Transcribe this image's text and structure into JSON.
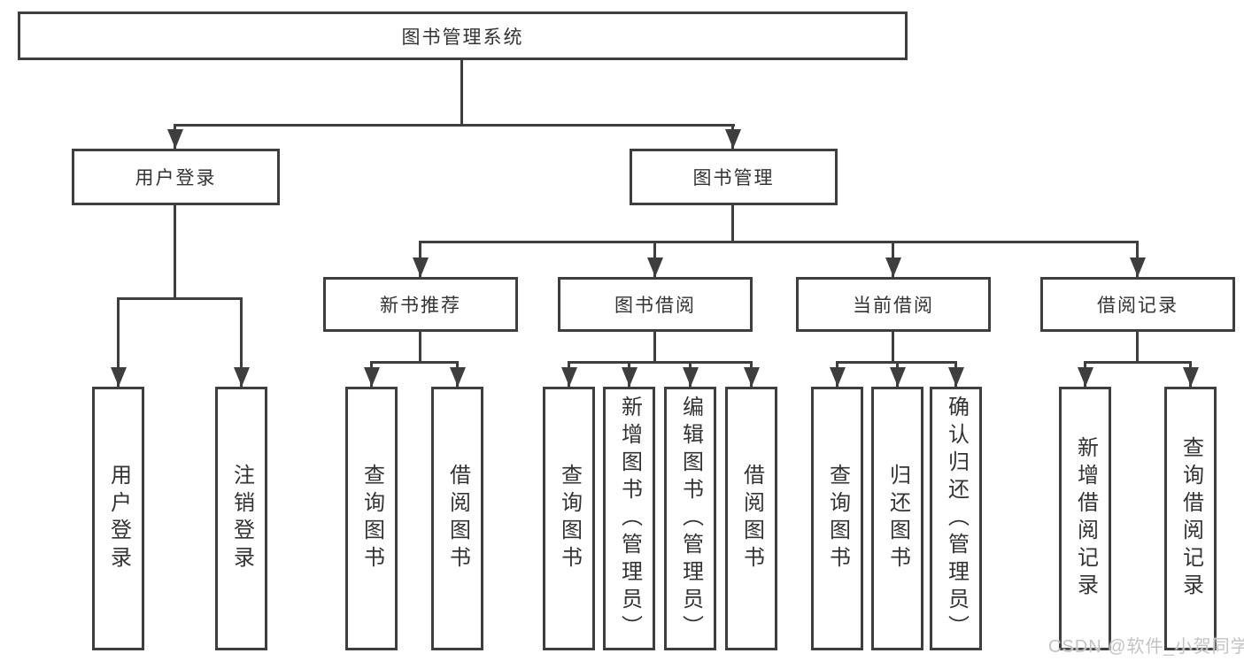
{
  "nodes": {
    "root": "图书管理系统",
    "user_login": "用户登录",
    "book_mgmt": "图书管理",
    "new_books": "新书推荐",
    "book_borrow": "图书借阅",
    "current_borrow": "当前借阅",
    "borrow_records": "借阅记录",
    "leaf_user_login": "用户登录",
    "leaf_logout": "注销登录",
    "leaf_nb_query": "查询图书",
    "leaf_nb_borrow": "借阅图书",
    "leaf_bb_query": "查询图书",
    "leaf_bb_add": "新增图书（管理员）",
    "leaf_bb_edit": "编辑图书（管理员）",
    "leaf_bb_borrow": "借阅图书",
    "leaf_cb_query": "查询图书",
    "leaf_cb_return": "归还图书",
    "leaf_cb_confirm": "确认归还（管理员）",
    "leaf_br_add": "新增借阅记录",
    "leaf_br_query": "查询借阅记录"
  },
  "colors": {
    "line": "#3e3e3e",
    "text": "#333333",
    "background": "#ffffff",
    "watermark": "#c3c3c3"
  },
  "watermark": {
    "text": "CSDN @软件_小贺同学"
  }
}
